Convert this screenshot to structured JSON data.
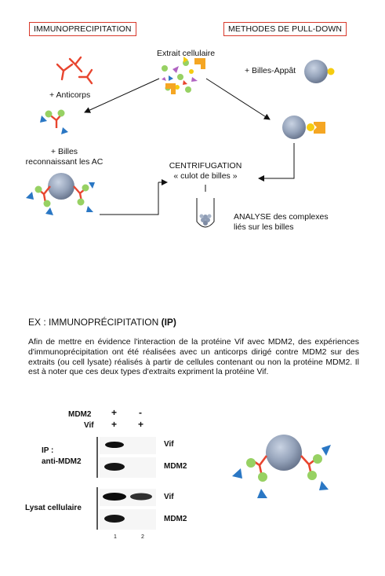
{
  "top": {
    "label_left": "IMMUNOPRECIPITATION",
    "label_right": "METHODES DE PULL-DOWN",
    "extract_label": "Extrait cellulaire",
    "antibody_label": "+ Anticorps",
    "beads_label_line1": "+ Billes",
    "beads_label_line2": "reconnaissant les AC",
    "bait_label": "+ Billes-Appât",
    "centrifugation_line1": "CENTRIFUGATION",
    "centrifugation_line2": "« culot de billes »",
    "analysis_line1": "ANALYSE des complexes",
    "analysis_line2": "liés sur les billes"
  },
  "example": {
    "title_prefix": "EX : IMMUNOPRÉCIPITATION ",
    "title_bold": "(IP)",
    "paragraph": "Afin de mettre en évidence l'interaction de la protéine Vif avec MDM2, des expériences d'immunoprécipitation ont été réalisées avec un anticorps dirigé contre MDM2 sur des extraits (ou cell lysate) réalisés à partir de cellules contenant ou non la protéine MDM2. Il est à noter que ces deux types d'extraits expriment la protéine Vif."
  },
  "blot": {
    "row_mdm2": "MDM2",
    "row_vif": "Vif",
    "lane1_mdm2": "+",
    "lane2_mdm2": "-",
    "lane1_vif": "+",
    "lane2_vif": "+",
    "ip_line1": "IP :",
    "ip_line2": "anti-MDM2",
    "lysate_label": "Lysat cellulaire",
    "band_vif_1": "Vif",
    "band_mdm2_1": "MDM2",
    "band_vif_2": "Vif",
    "band_mdm2_2": "MDM2",
    "lane_number_1": "1",
    "lane_number_2": "2"
  },
  "colors": {
    "antibody": "#e8452f",
    "bead": "#8e9cb4",
    "green": "#97d163",
    "blue": "#2a77c4",
    "yellow": "#f5cc10",
    "orange": "#f5a623",
    "purple": "#b064c2",
    "label_border": "#d8392b"
  }
}
